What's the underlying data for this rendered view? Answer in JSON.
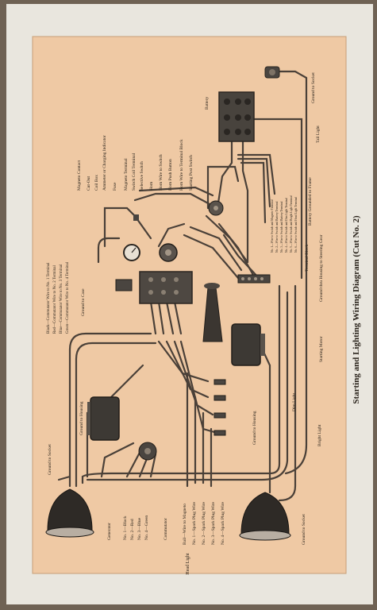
{
  "page": {
    "title": "Starting and Lighting Wiring Diagram (Cut No. 2)"
  },
  "colors": {
    "background": "#6f6254",
    "paper": "#e9e6de",
    "diagram_panel": "#efc9a4",
    "wire": "#4a4038",
    "component": "#3d3934"
  },
  "labels": {
    "head_light": "Head Light",
    "ground_socket_left": "Ground to Socket",
    "ground_socket_right": "Ground to Socket",
    "ground_socket_top": "Ground to Socket",
    "tail_light": "Tail Light",
    "battery": "Battery",
    "battery_grounded": "Battery Grounded to Frame",
    "terminal_block": "Terminal Block",
    "ground_steering": "Ground thru Housing to Steering Gear",
    "starting_motor": "Starting Motor",
    "dim_light": "Dim Light",
    "bright_light": "Bright Light",
    "ground_housing_center": "Ground to Housing",
    "ground_housing_left": "Ground to Housing",
    "ground_case": "Ground to Case",
    "generator": "Generator",
    "commutator": "Commutator",
    "no1_black": "No. 1—Black",
    "no2_red": "No. 2—Red",
    "no3_blue": "No. 3—Blue",
    "no4_green": "No. 4—Green",
    "bail_wire": "Bail—Wire to Magneto",
    "spark1": "No. 1—Spark Plug Wire",
    "spark2": "No. 2—Spark Plug Wire",
    "spark3": "No. 3—Spark Plug Wire",
    "spark4": "No. 4—Spark Plug Wire",
    "left_col": [
      "Black—Commutator Wire to No. 1 Terminal",
      "Red—Commutator Wire to No. 2 Terminal",
      "Blue—Commutator Wire to No. 3 Terminal",
      "Green—Commutator Wire to No. 4 Terminal"
    ],
    "top_col": [
      "Magneto Contact",
      "Cut-Out",
      "Coil Box",
      "Ammeter or Charging Indicator",
      "Fuse",
      "Magneto Terminal",
      "Switch Coil Terminal",
      "Selective Switch",
      "Horn",
      "Horn Wire to Switch",
      "Horn Push Button",
      "Horn Wire to Terminal Block",
      "Starting Post Switch"
    ],
    "terminal_small": [
      "No. 1—Wire to Switch and Magneto Terminal",
      "No. 2—Wire to Switch and Battery Terminal",
      "No. 3—Wire to Switch and Battery Terminal",
      "No. 4—Wire to Switch and Dim Light Terminal",
      "No. 5—Wire to Switch and Bright Light Terminal",
      "No. 6—Wire to Switch and Head Light Terminal"
    ]
  }
}
